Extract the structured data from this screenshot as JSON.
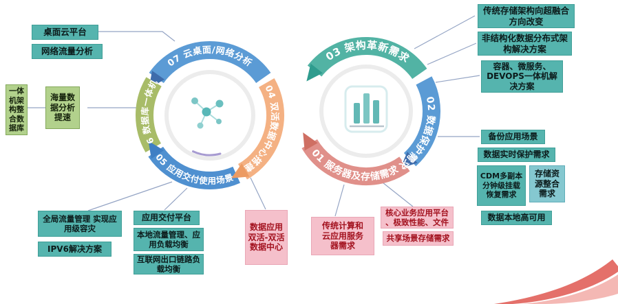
{
  "arcs": {
    "a07": "07 云桌面/网络分析",
    "a06": "06 数据库一体机",
    "a05": "05 应用交付使用场景",
    "a04": "04 双活数据中心搭建",
    "a03": "03 架构革新需求",
    "a02": "02 数据保护需求",
    "a01": "01 服务器及存储需求"
  },
  "boxes": {
    "desktop_cloud": "桌面云平台",
    "network_traffic": "网络流量分析",
    "aio_database": "一体机架构整合数据库",
    "mass_data_speed": "海量数据分析提速",
    "global_traffic": "全局流量管理 实现应用级容灾",
    "ipv6": "IPV6解决方案",
    "app_delivery_platform": "应用交付平台",
    "local_traffic_lb": "本地流量管理、应用负载均衡",
    "internet_link_lb": "互联网出口链路负载均衡",
    "dual_active_dc": "数据应用双活-双活数据中心",
    "traditional_cloud_server": "传统计算和云应用服务器需求",
    "core_business_platform": "核心业务应用平台 、极致性能、文件",
    "shared_storage_need": "共享场景存储需求",
    "storage_arch_change": "传统存储架构向超融合方向改变",
    "unstructured_distributed": "非结构化数据分布式架构解决方案",
    "container_devops": "容器、微服务、DEVOPS一体机解决方案",
    "backup_scenario": "备份应用场景",
    "realtime_protection": "数据实时保护需求",
    "cdm_recovery": "CDM多副本分钟级挂载恢复需求",
    "storage_consolidation": "存储资源整合需求",
    "local_ha": "数据本地高可用"
  },
  "icons": {
    "left_hub_center": "molecule-network-icon",
    "right_hub_center": "bar-chart-icon"
  },
  "colors": {
    "arc07": "#5b9bd5",
    "arc06": "#a8bc68",
    "arc05": "#4f90d0",
    "arc04": "#f4b183",
    "arc03": "#52b3a4",
    "arc02": "#5b9bd5",
    "arc01": "#e0908a",
    "teal_box": "#55b4ae",
    "green_box": "#b2d18c",
    "pink_box": "#f5c0cb",
    "pink_text": "#a3121f",
    "light_teal_box": "#85c8d0",
    "connector": "#94a4c4",
    "swoosh": "#e4706a",
    "swoosh_light": "#f4b8b4"
  }
}
